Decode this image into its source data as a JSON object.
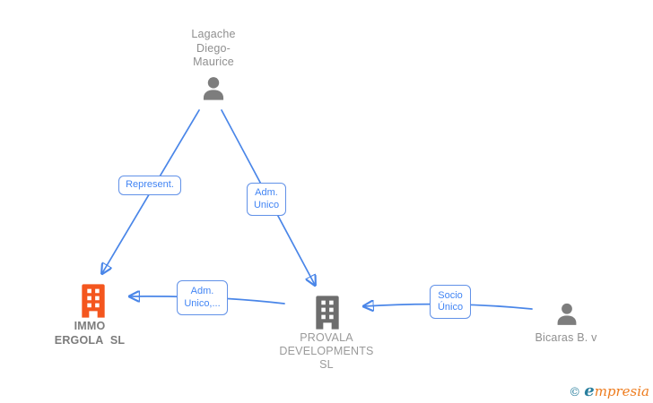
{
  "diagram": {
    "nodes": {
      "lagache": {
        "label": "Lagache\nDiego-\nMaurice",
        "type": "person"
      },
      "immo_ergola": {
        "label": "IMMO\nERGOLA  SL",
        "type": "company",
        "highlight_color": "#f4561e"
      },
      "provala": {
        "label": "PROVALA\nDEVELOPMENTS\nSL",
        "type": "company"
      },
      "bicaras": {
        "label": "Bicaras B. v",
        "type": "person"
      }
    },
    "edges": {
      "represent": {
        "label": "Represent.",
        "from": "lagache",
        "to": "immo_ergola"
      },
      "adm_unico": {
        "label": "Adm.\nUnico",
        "from": "lagache",
        "to": "provala"
      },
      "adm_unico_more": {
        "label": "Adm.\nUnico,...",
        "from": "provala",
        "to": "immo_ergola"
      },
      "socio_unico": {
        "label": "Socio\nÚnico",
        "from": "bicaras",
        "to": "provala"
      }
    },
    "colors": {
      "arrow_blue": "#4a86e8",
      "edge_text_blue": "#4285f4",
      "node_gray": "#7d7d7d",
      "company_highlight": "#f4561e"
    }
  },
  "logo": {
    "copyright": "©",
    "brand_first": "e",
    "brand_rest": "mpresia"
  }
}
